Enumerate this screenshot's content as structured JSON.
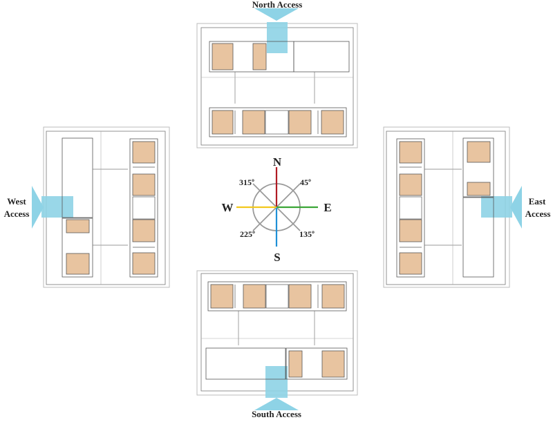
{
  "access_labels": {
    "north": "North Access",
    "south": "South Access",
    "west_line1": "West",
    "west_line2": "Access",
    "east_line1": "East",
    "east_line2": "Access"
  },
  "compass": {
    "n": "N",
    "s": "S",
    "e": "E",
    "w": "W",
    "deg315": "315º",
    "deg45": "45º",
    "deg225": "225º",
    "deg135": "135º",
    "colors": {
      "north": "#b01a24",
      "east": "#3aa535",
      "south": "#1e90d6",
      "west": "#f2c81c",
      "diagonal": "#9a9a9a"
    }
  },
  "colors": {
    "room": "#e8c4a0",
    "access": "#8ed3e6",
    "line": "#555555",
    "frame": "#bbbbbb"
  }
}
